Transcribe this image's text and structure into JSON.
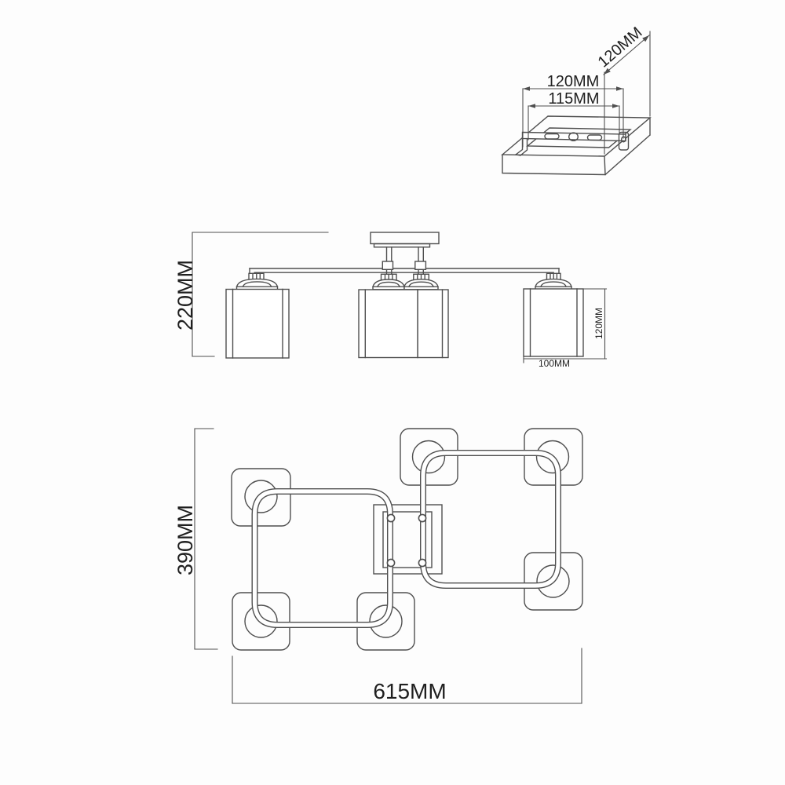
{
  "drawing": {
    "background": "#fdfdfd",
    "line_color": "#4f4f4f",
    "text_color": "#1f1f1f",
    "views": {
      "bracket": {
        "dim_depth": "120MM",
        "dim_width": "120MM",
        "dim_hole_spacing": "115MM"
      },
      "front": {
        "dim_total_height": "220MM",
        "dim_shade_height": "120MM",
        "dim_shade_width": "100MM"
      },
      "plan": {
        "dim_depth": "390MM",
        "dim_length": "615MM"
      }
    }
  }
}
